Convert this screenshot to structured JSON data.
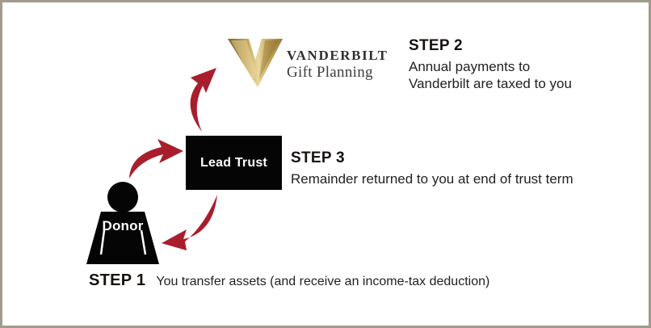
{
  "window": {
    "background": "#ffffff",
    "border_color": "#a29b8d"
  },
  "logo": {
    "mark_letter": "V",
    "wordmark": "VANDERBILT",
    "subtitle": "Gift Planning",
    "gold_dark": "#7d612a",
    "gold_mid": "#c3a257",
    "gold_light": "#e8d79c",
    "gold_mid2": "#c9a75a",
    "gold_edge": "#94763a",
    "text_color": "#2f2f2f"
  },
  "nodes": {
    "lead_trust": {
      "label": "Lead Trust",
      "background": "#000000",
      "text_color": "#ffffff"
    },
    "donor": {
      "label": "Donor",
      "silhouette_color": "#000000",
      "text_color": "#ffffff"
    }
  },
  "steps": [
    {
      "id": "step1",
      "label": "STEP 1",
      "text": "You transfer assets (and receive an income-tax deduction)"
    },
    {
      "id": "step2",
      "label": "STEP 2",
      "lines": [
        "Annual payments to",
        "Vanderbilt are taxed to you"
      ]
    },
    {
      "id": "step3",
      "label": "STEP 3",
      "text": "Remainder returned to you at end of trust term"
    }
  ],
  "arrows": {
    "color": "#a81e2d",
    "items": [
      "donor-to-lead-trust-arrow",
      "lead-trust-to-vanderbilt-arrow",
      "lead-trust-to-donor-arrow"
    ]
  }
}
